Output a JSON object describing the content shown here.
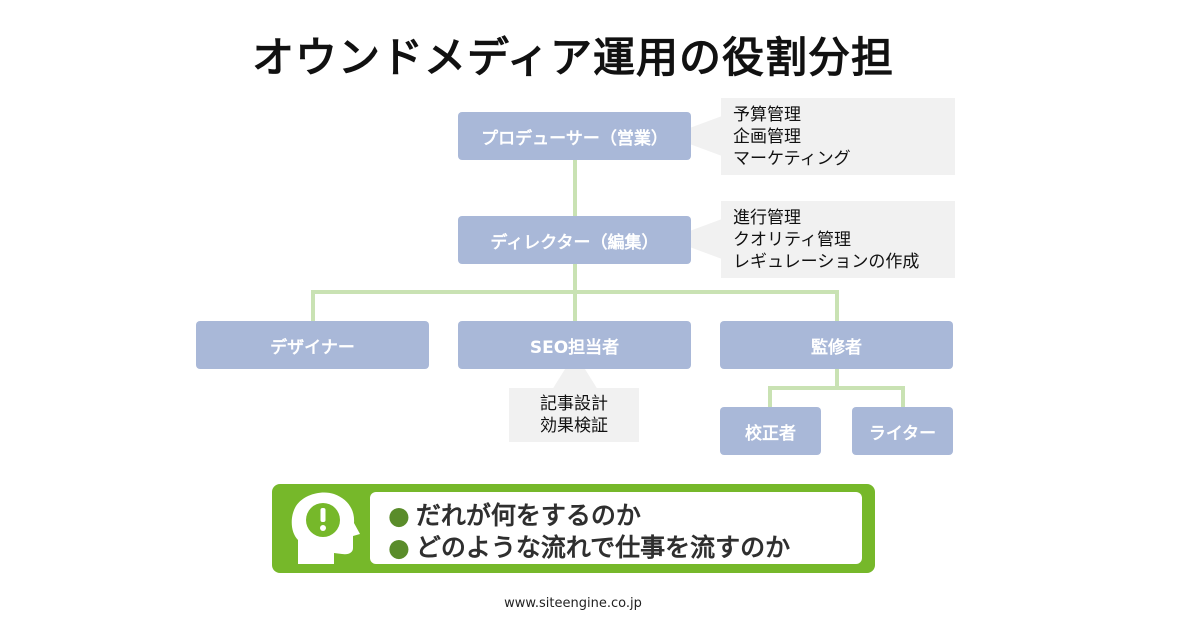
{
  "title": "オウンドメディア運用の役割分担",
  "roles": {
    "producer": "プロデューサー（営業）",
    "director": "ディレクター（編集）",
    "designer": "デザイナー",
    "seo": "SEO担当者",
    "supervisor": "監修者",
    "proofreader": "校正者",
    "writer": "ライター"
  },
  "notes": {
    "producer": [
      "予算管理",
      "企画管理",
      "マーケティング"
    ],
    "director": [
      "進行管理",
      "クオリティ管理",
      "レギュレーションの作成"
    ],
    "seo": [
      "記事設計",
      "効果検証"
    ]
  },
  "banner": {
    "bullet": "●",
    "lines": [
      "だれが何をするのか",
      "どのような流れで仕事を流すのか"
    ]
  },
  "footer": "www.siteengine.co.jp",
  "colors": {
    "node": "#a9b8d8",
    "connector": "#c9e2b3",
    "banner": "#76b82a",
    "note_bg": "#f1f1f1"
  }
}
